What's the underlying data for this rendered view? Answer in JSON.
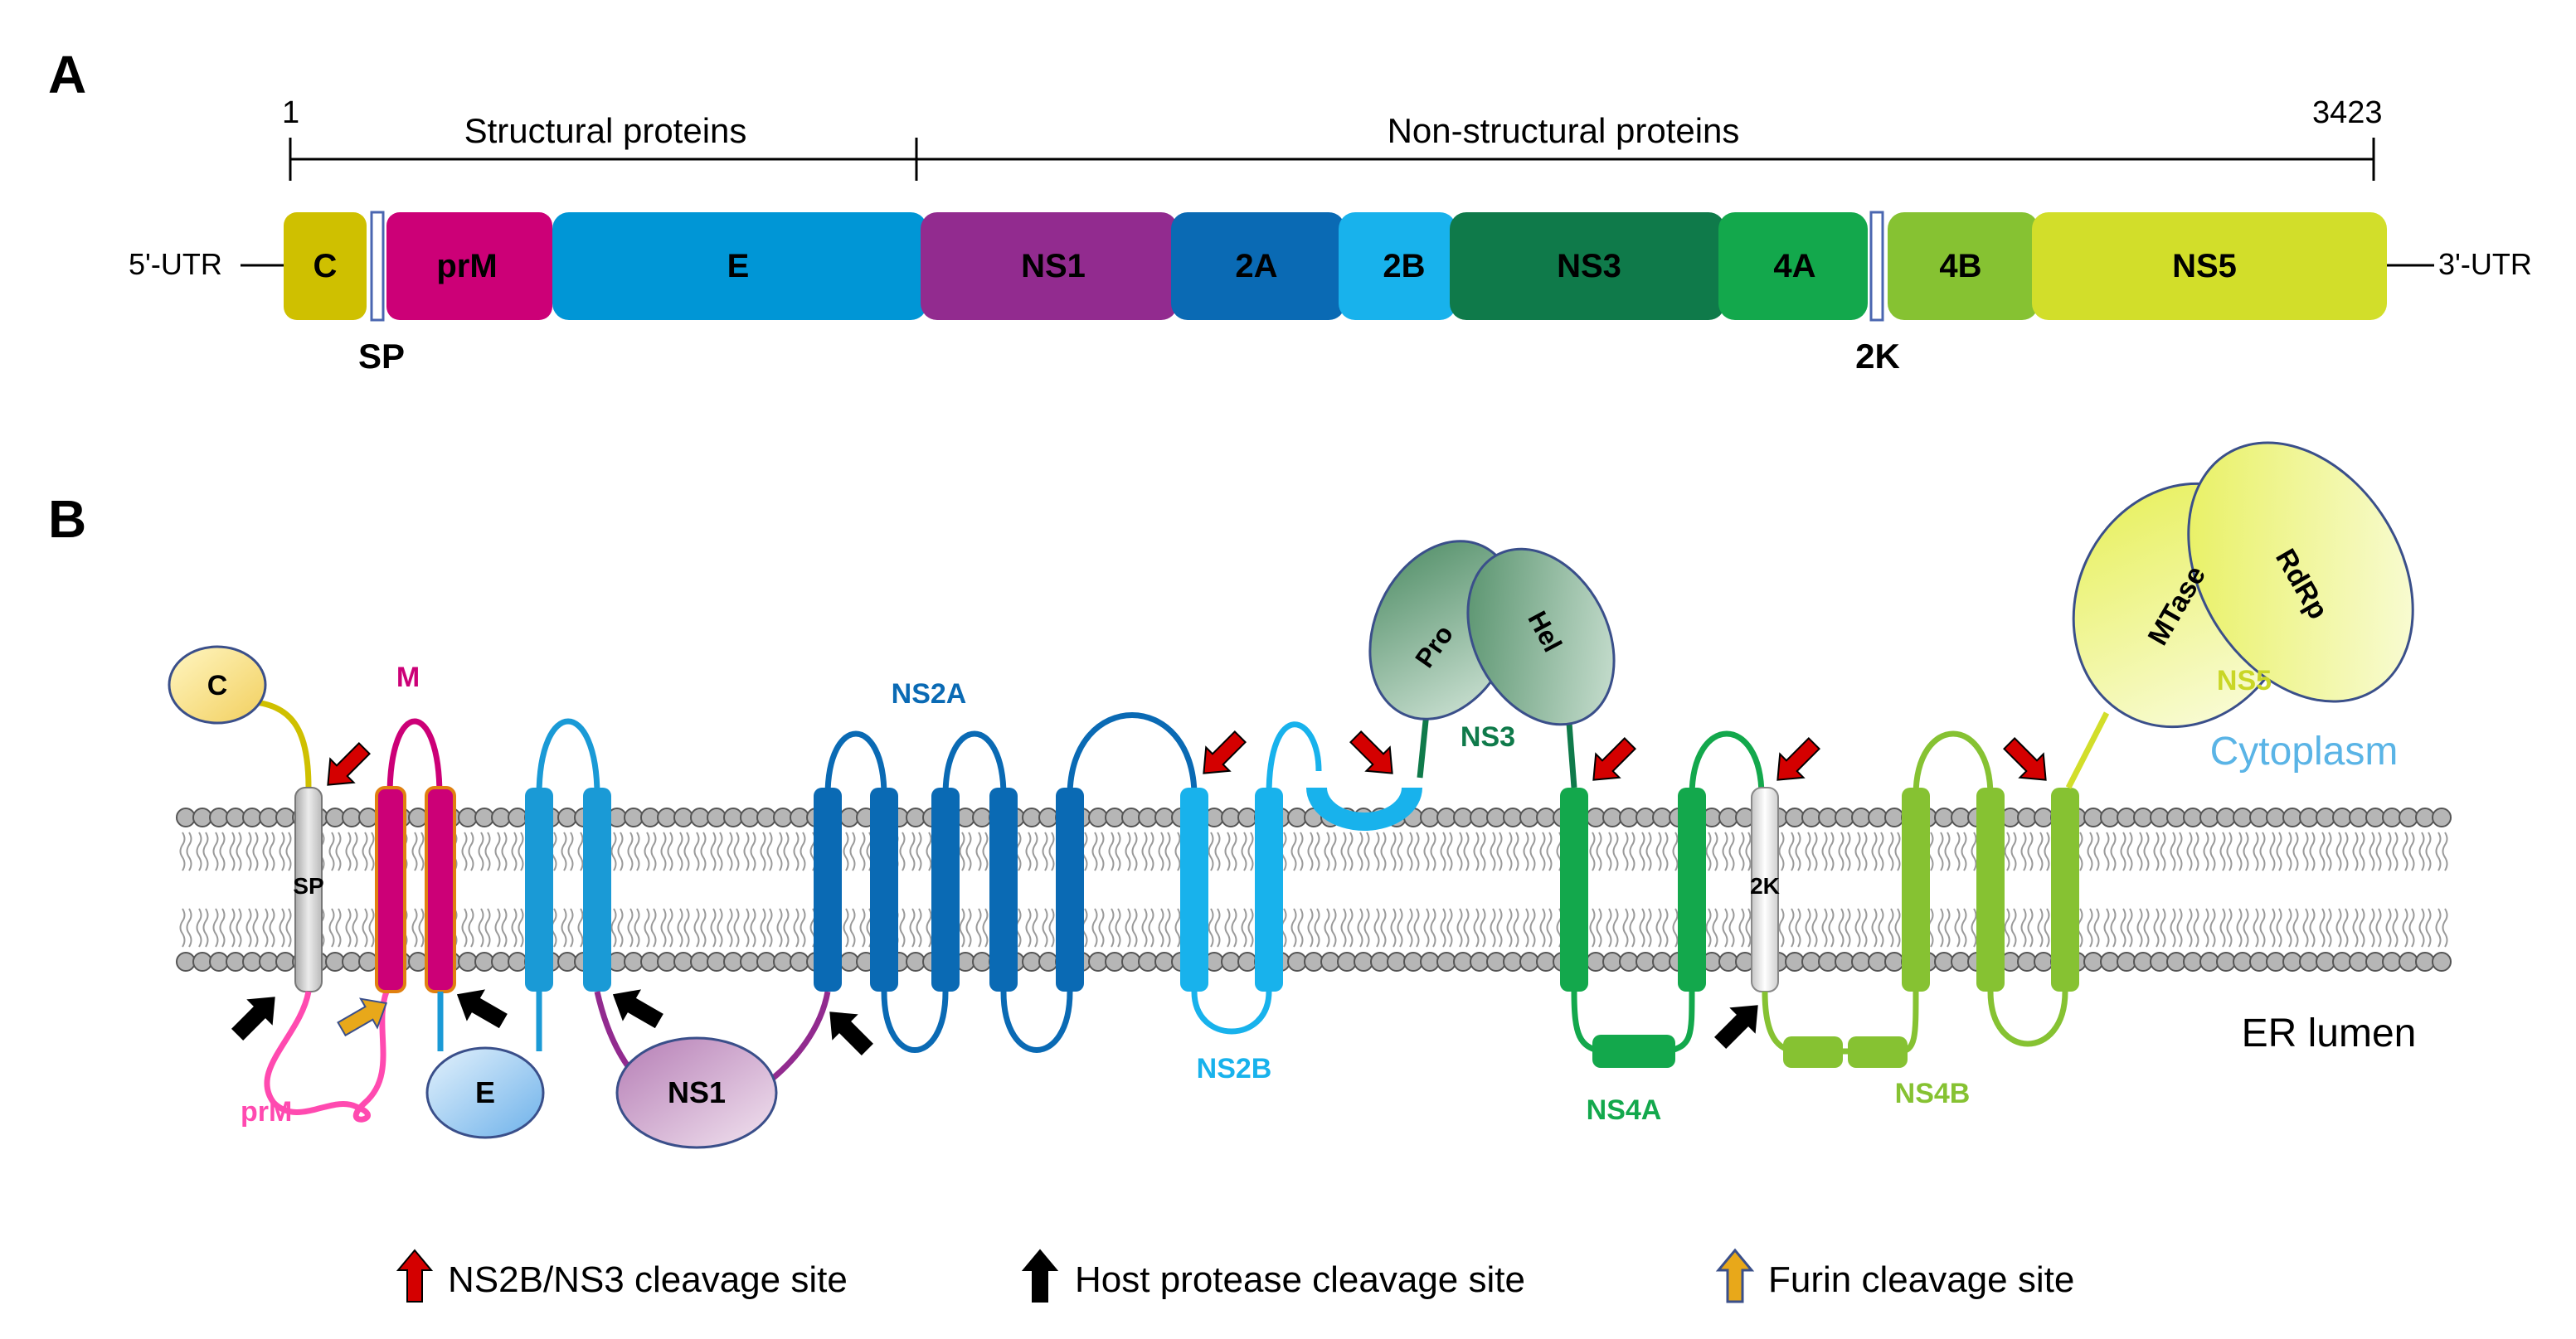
{
  "panel_a": {
    "label": "A",
    "pos_start": "1",
    "pos_end": "3423",
    "structural_label": "Structural proteins",
    "nonstructural_label": "Non-structural proteins",
    "utr5": "5'-UTR",
    "utr3": "3'-UTR",
    "segments": {
      "c": "C",
      "prm": "prM",
      "e": "E",
      "ns1": "NS1",
      "ns2a": "2A",
      "ns2b": "2B",
      "ns3": "NS3",
      "ns4a": "4A",
      "ns4b": "4B",
      "ns5": "NS5"
    },
    "sp_label": "SP",
    "k2_label": "2K"
  },
  "panel_b": {
    "label": "B",
    "c": "C",
    "m": "M",
    "sp": "SP",
    "prm": "prM",
    "e": "E",
    "ns1": "NS1",
    "ns2a": "NS2A",
    "ns2b": "NS2B",
    "pro": "Pro",
    "hel": "Hel",
    "ns3": "NS3",
    "k2": "2K",
    "ns4a": "NS4A",
    "ns4b": "NS4B",
    "mtase": "MTase",
    "rdrp": "RdRp",
    "ns5": "NS5",
    "cytoplasm": "Cytoplasm",
    "er_lumen": "ER lumen"
  },
  "legend": {
    "ns2b_ns3": "NS2B/NS3 cleavage site",
    "host": "Host protease cleavage site",
    "furin": "Furin cleavage site"
  },
  "colors": {
    "c": "#cfc000",
    "prm": "#cc0077",
    "e": "#0096d6",
    "ns1": "#922b8f",
    "ns2a": "#0a6ab4",
    "ns2b": "#18b2ec",
    "ns3": "#0f7a4a",
    "ns4a": "#13a84c",
    "ns4b": "#86c232",
    "ns5": "#d2de2a",
    "cytoplasm_text": "#5ab4e6",
    "red_arrow": "#d40000",
    "furin_arrow": "#e8a81a"
  }
}
